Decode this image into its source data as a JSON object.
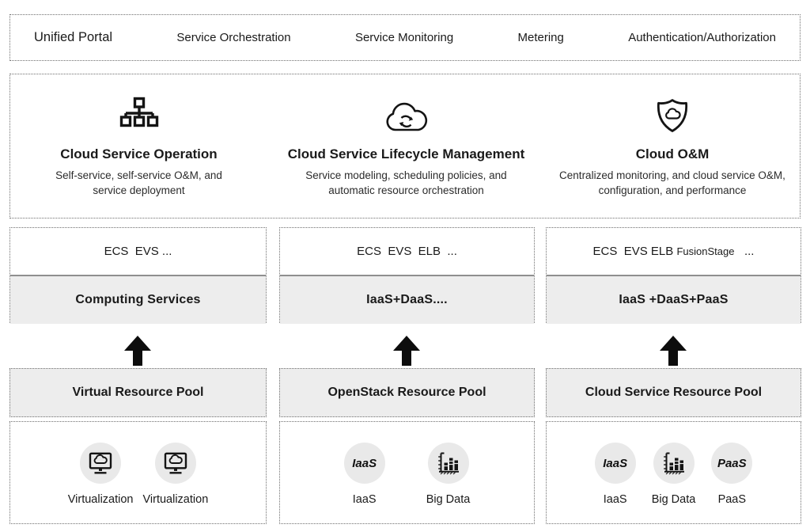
{
  "colors": {
    "band_gray": "#ededed",
    "badge_gray": "#e9e9e9",
    "dotted_border": "#6f6f6f",
    "divider": "#8f8f8f",
    "arrow_black": "#0d0d0d",
    "text": "#1a1a1a"
  },
  "top_bar": {
    "items": [
      "Unified Portal",
      "Service Orchestration",
      "Service Monitoring",
      "Metering",
      "Authentication/Authorization"
    ]
  },
  "functions": {
    "columns": [
      {
        "icon": "org-chart-icon",
        "title": "Cloud Service Operation",
        "description": "Self-service, self-service O&M, and service deployment"
      },
      {
        "icon": "cloud-sync-icon",
        "title": "Cloud Service Lifecycle Management",
        "description": "Service modeling, scheduling policies, and automatic resource orchestration"
      },
      {
        "icon": "shield-cloud-icon",
        "title": "Cloud O&M",
        "description": "Centralized monitoring, and cloud service O&M, configuration, and performance"
      }
    ]
  },
  "service_layers": [
    {
      "services": "ECS  EVS ...",
      "category": "Computing Services"
    },
    {
      "services": "ECS  EVS  ELB  ...",
      "category": "IaaS+DaaS...."
    },
    {
      "services_main": "ECS  EVS ELB ",
      "services_small": "FusionStage",
      "services_dots": "   ...",
      "category": "IaaS +DaaS+PaaS"
    }
  ],
  "resource_pools": [
    {
      "label": "Virtual Resource Pool"
    },
    {
      "label": "OpenStack Resource Pool"
    },
    {
      "label": "Cloud Service Resource Pool"
    }
  ],
  "infrastructure": [
    {
      "items": [
        {
          "icon": "virtualization-icon",
          "label": "Virtualization"
        },
        {
          "icon": "virtualization-icon",
          "label": "Virtualization"
        }
      ]
    },
    {
      "items": [
        {
          "badge": "IaaS",
          "label": "IaaS"
        },
        {
          "icon": "bar-chart-icon",
          "label": "Big Data"
        }
      ]
    },
    {
      "items": [
        {
          "badge": "IaaS",
          "label": "IaaS"
        },
        {
          "icon": "bar-chart-icon",
          "label": "Big Data"
        },
        {
          "badge": "PaaS",
          "label": "PaaS"
        }
      ]
    }
  ]
}
